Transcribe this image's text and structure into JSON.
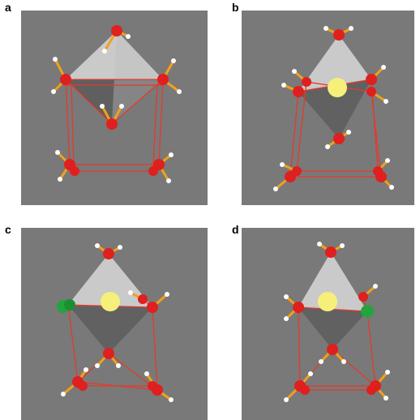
{
  "panels": [
    {
      "label": "a",
      "cation": "none"
    },
    {
      "label": "b",
      "cation": "yellow-sphere"
    },
    {
      "label": "c",
      "cation": "yellow-sphere",
      "anion": "green-sphere"
    },
    {
      "label": "d",
      "cation": "yellow-sphere",
      "anion": "green-sphere"
    }
  ],
  "colors": {
    "background": "#797979",
    "oxygen": "#e01f1f",
    "hydrogen": "#ffffff",
    "bond": "#f2a11a",
    "hbond": "#e43a2a",
    "polyhedron": "#d9d9d9",
    "cation": "#f6f07a",
    "anion": "#22a53c"
  }
}
